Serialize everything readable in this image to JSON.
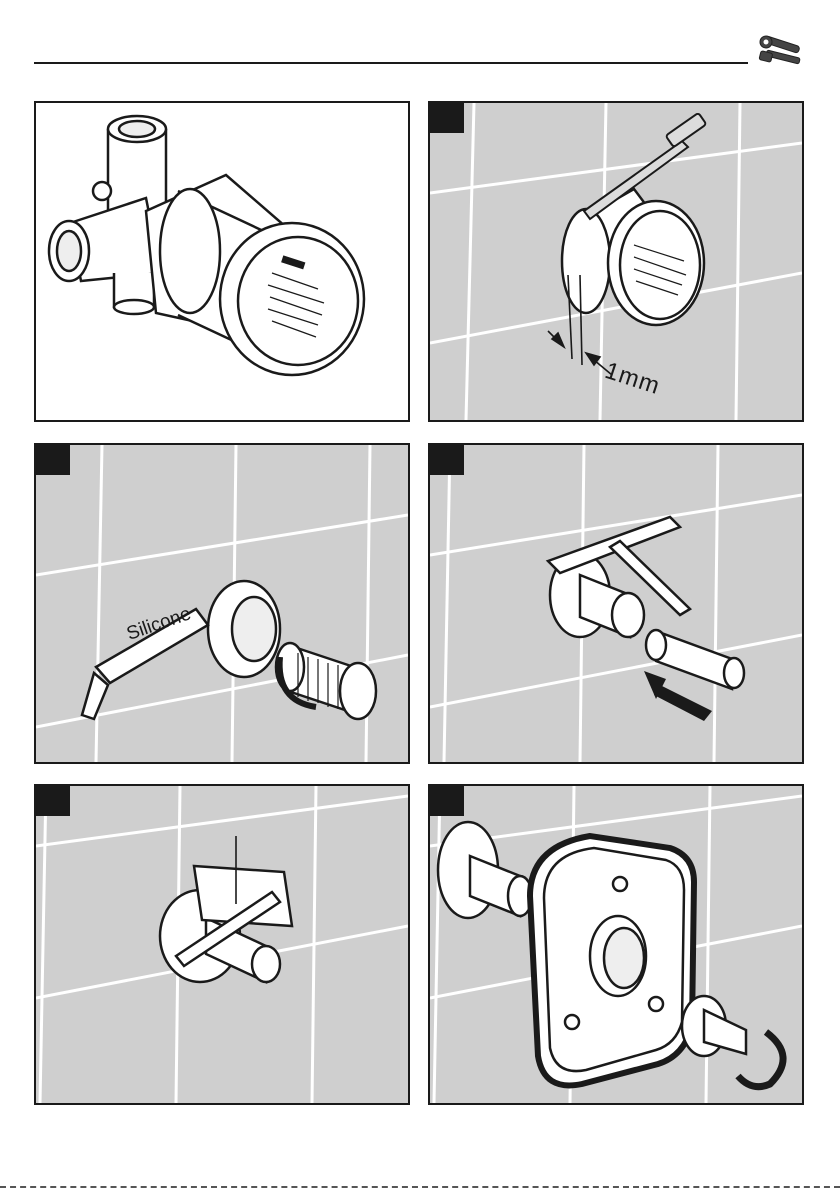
{
  "header": {
    "icon": "wrench-screwdriver-icon"
  },
  "panels": [
    {
      "id": "overview",
      "subject": "valve-body-icon"
    },
    {
      "id": "step-1",
      "annotation": "1mm"
    },
    {
      "id": "step-2",
      "tube_label": "Silicone"
    },
    {
      "id": "step-3"
    },
    {
      "id": "step-4"
    },
    {
      "id": "step-5"
    }
  ],
  "colors": {
    "line": "#1a1a1a",
    "tile": "#cfcfcf",
    "grout": "#ffffff",
    "badge": "#1a1a1a"
  }
}
